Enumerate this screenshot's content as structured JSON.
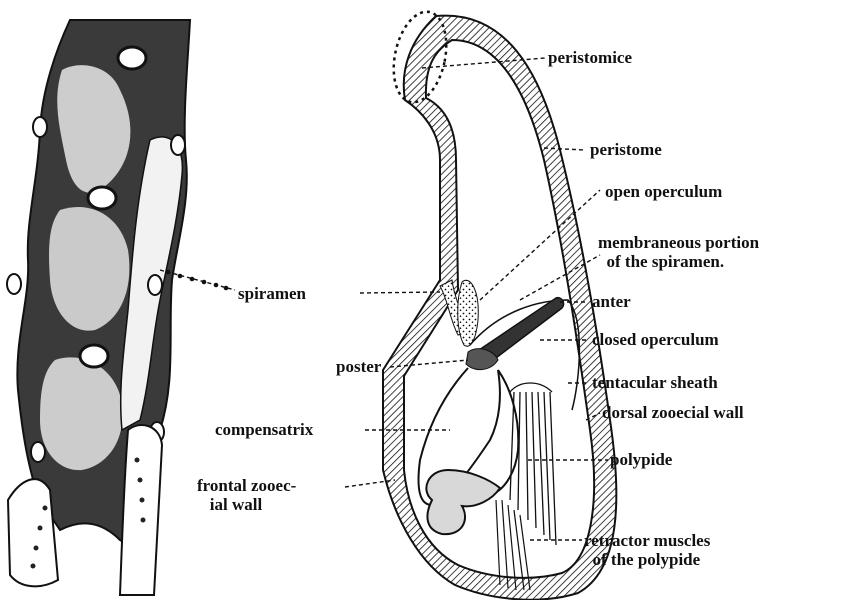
{
  "labels": {
    "peristomice": "peristomice",
    "peristome": "peristome",
    "open_operculum": "open operculum",
    "membraneous_portion": "membraneous portion\n  of the spiramen.",
    "spiramen": "spiramen",
    "anter": "anter",
    "closed_operculum": "closed operculum",
    "poster": "poster",
    "tentacular_sheath": "tentacular  sheath",
    "compensatrix": "compensatrix",
    "dorsal_zooecial_wall": "dorsal zooecial wall",
    "polypide": "polypide",
    "frontal_zooecial_wall": "frontal zooec-\n   ial wall",
    "retractor_muscles": "retractor muscles\n  of the polypide"
  }
}
